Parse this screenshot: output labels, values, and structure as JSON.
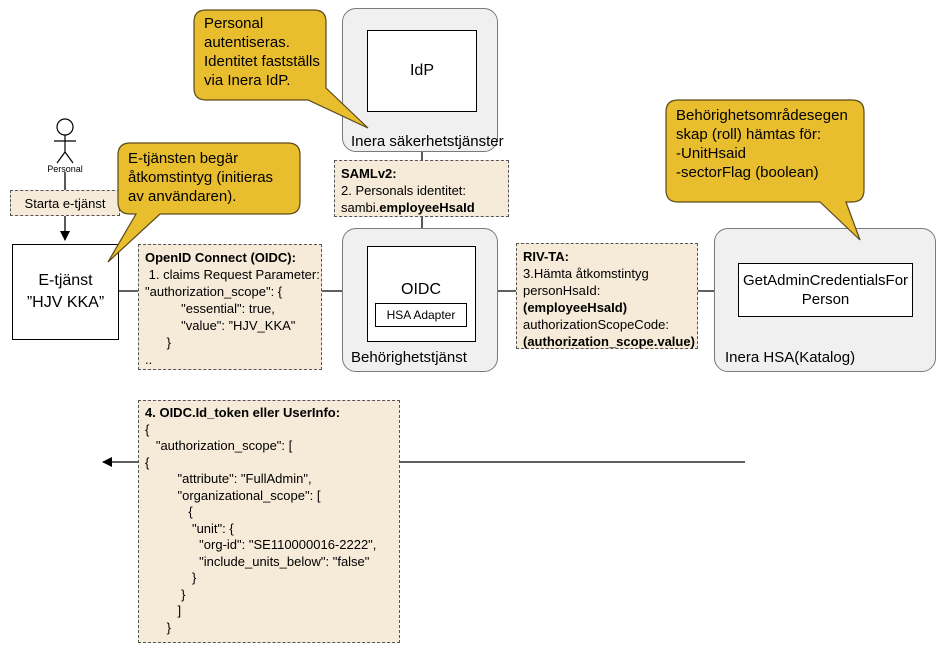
{
  "actor": {
    "label": "Personal"
  },
  "start_note": "Starta e-tjänst",
  "etjanst": {
    "line1": "E-tjänst",
    "line2": "”HJV KKA”"
  },
  "idp_group": {
    "title": "Inera säkerhetstjänster",
    "idp_label": "IdP"
  },
  "behorighet_group": {
    "title": "Behörighetstjänst",
    "oidc_label": "OIDC",
    "adapter_label": "HSA Adapter"
  },
  "hsa_group": {
    "title": "Inera HSA(Katalog)",
    "service_label": "GetAdminCredentialsFor Person"
  },
  "callouts": {
    "personal": "Personal\nautentiseras.\nIdentitet fastställs\nvia Inera IdP.",
    "etjanst": "E-tjänsten begär\nåtkomstintyg (initieras\nav användaren).",
    "behorighet": "Behörighetsområdesegen\nskap (roll) hämtas för:\n-UnitHsaid\n-sectorFlag (boolean)"
  },
  "saml_note": {
    "heading": "SAMLv2:",
    "line1": "2. Personals identitet:",
    "line2_prefix": "sambi.",
    "line2_bold": "employeeHsaId"
  },
  "oidc_note": {
    "heading": "OpenID Connect (OIDC):",
    "lines": [
      " 1. claims Request Parameter:",
      "\"authorization_scope\": {",
      "          \"essential\": true,",
      "          \"value\": ”HJV_KKA\"",
      "      }",
      ".."
    ]
  },
  "rivta_note": {
    "heading": "RIV-TA:",
    "line1": "3.Hämta åtkomstintyg",
    "line2": "personHsaId:",
    "line3": "(employeeHsaId)",
    "line4": "authorizationScopeCode:",
    "line5": "(authorization_scope.value)"
  },
  "token_note": {
    "heading": "4. OIDC.Id_token eller UserInfo:",
    "lines": [
      "{",
      "   \"authorization_scope\": [",
      "{",
      "         \"attribute\": \"FullAdmin\",",
      "         \"organizational_scope\": [",
      "            {",
      "             \"unit\": {",
      "               \"org-id\": \"SE110000016-2222\",",
      "               \"include_units_below\": \"false\"",
      "             }",
      "          }",
      "         ]",
      "      }"
    ]
  }
}
